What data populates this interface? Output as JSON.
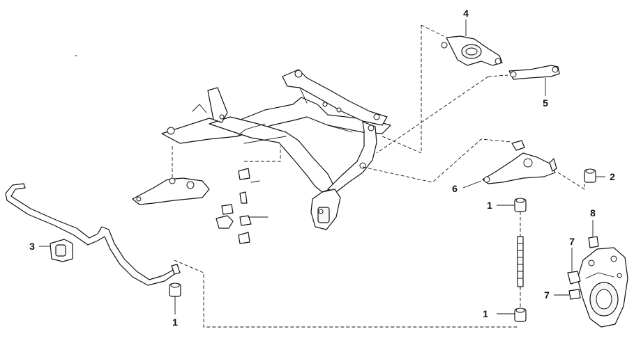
{
  "diagram": {
    "callouts": [
      {
        "id": "c4",
        "label": "4"
      },
      {
        "id": "c5",
        "label": "5"
      },
      {
        "id": "c2",
        "label": "2"
      },
      {
        "id": "c6",
        "label": "6"
      },
      {
        "id": "c1a",
        "label": "1"
      },
      {
        "id": "c3",
        "label": "3"
      },
      {
        "id": "c8",
        "label": "8"
      },
      {
        "id": "c7a",
        "label": "7"
      },
      {
        "id": "c7b",
        "label": "7"
      },
      {
        "id": "c1b",
        "label": "1"
      },
      {
        "id": "c1c",
        "label": "1"
      }
    ]
  }
}
